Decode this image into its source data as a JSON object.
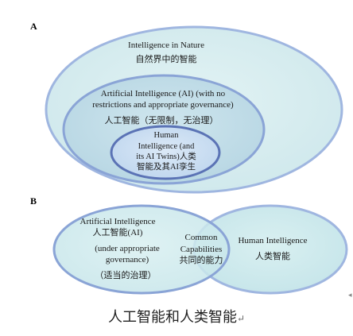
{
  "panel_a": {
    "letter": "A",
    "outer": {
      "en": "Intelligence in Nature",
      "zh": "自然界中的智能"
    },
    "middle": {
      "en_line1": "Artificial Intelligence (AI) (with no",
      "en_line2": "restrictions and appropriate governance)",
      "zh": "人工智能（无限制，无治理）"
    },
    "inner": {
      "line1": "Human",
      "line2": "Intelligence (and",
      "line3": "its AI Twins)人类",
      "line4": "智能及其AI孪生"
    }
  },
  "panel_b": {
    "letter": "B",
    "left": {
      "line1": "Artificial  Intelligence",
      "line2": "人工智能(AI)",
      "line3": "(under appropriate",
      "line4": "governance)",
      "line5": "（适当的治理）"
    },
    "overlap": {
      "line1": "Common",
      "line2": "Capabilities",
      "line3": "共同的能力"
    },
    "right": {
      "en": "Human Intelligence",
      "zh": "人类智能"
    }
  },
  "caption": "人工智能和人类智能",
  "caption_mark": "↵",
  "edge_mark": "◂",
  "colors": {
    "fill_light": "#d6eef0",
    "fill_mid": "#c3e1e8",
    "fill_inner": "#c9dff0",
    "stroke_blue": "#8aa4d6",
    "stroke_dark": "#5b73b5"
  }
}
